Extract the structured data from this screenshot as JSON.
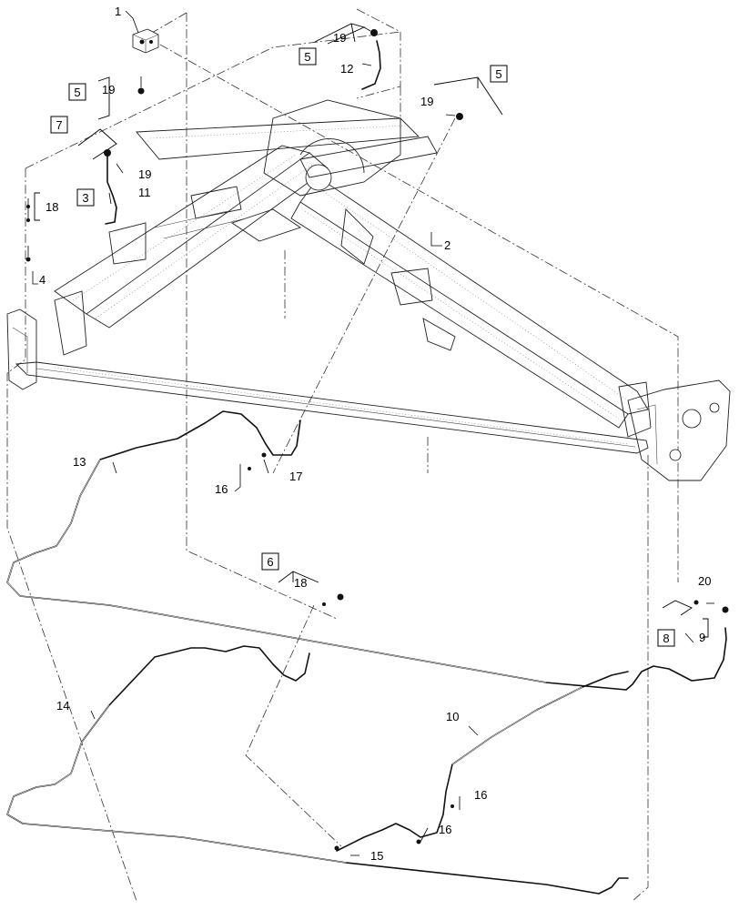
{
  "callouts": {
    "c1": "1",
    "c2": "2",
    "c3": "3",
    "c4": "4",
    "c5a": "5",
    "c5b": "5",
    "c5c": "5",
    "c6": "6",
    "c7": "7",
    "c8": "8",
    "c9": "9",
    "c10": "10",
    "c11": "11",
    "c12": "12",
    "c13": "13",
    "c14": "14",
    "c15": "15",
    "c16a": "16",
    "c16b": "16",
    "c16c": "16",
    "c17": "17",
    "c18a": "18",
    "c18b": "18",
    "c19a": "19",
    "c19b": "19",
    "c19c": "19",
    "c19d": "19",
    "c20": "20"
  },
  "icons": {
    "frame": "toolbar-frame-icon",
    "hose": "hydraulic-hose-icon",
    "valve": "valve-block-icon",
    "fitting": "fitting-icon"
  }
}
